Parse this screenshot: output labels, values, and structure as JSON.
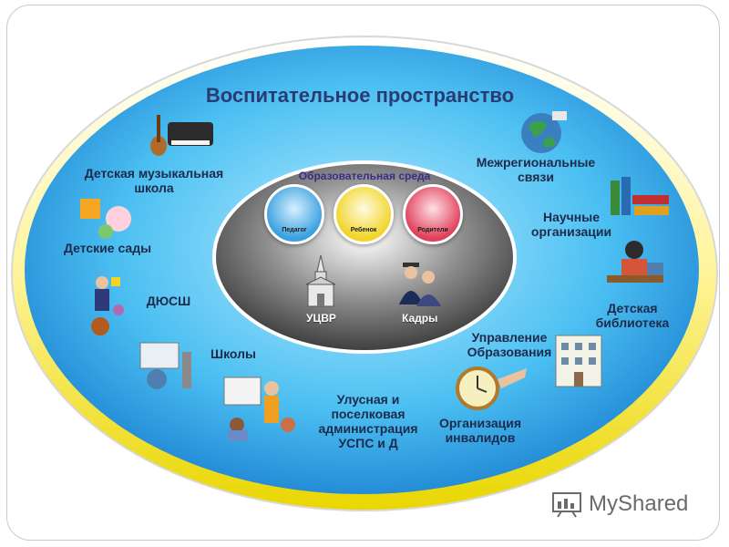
{
  "title": "Воспитательное пространство",
  "inner": {
    "title": "Образовательная среда",
    "circles": [
      {
        "label": "Педагог",
        "color": "#3aa0e0"
      },
      {
        "label": "Ребенок",
        "color": "#f2d428"
      },
      {
        "label": "Родители",
        "color": "#e0405a"
      }
    ],
    "uchvr": "УЦВР",
    "kadry": "Кадры"
  },
  "labels": {
    "music_school": "Детская музыкальная школа",
    "kindergartens": "Детские сады",
    "dyussh": "ДЮСШ",
    "schools": "Школы",
    "administration": "Улусная и поселковая администрация УСПС и Д",
    "disabled_org": "Организация инвалидов",
    "education_dept": "Управление Образования",
    "children_library": "Детская библиотека",
    "scientific_orgs": "Научные организации",
    "interregional": "Межрегиональные связи"
  },
  "logo": "MyShared",
  "colors": {
    "outer_ring": "#f2ea3a",
    "sky": "#3fb8ef",
    "title": "#2a3b72"
  }
}
